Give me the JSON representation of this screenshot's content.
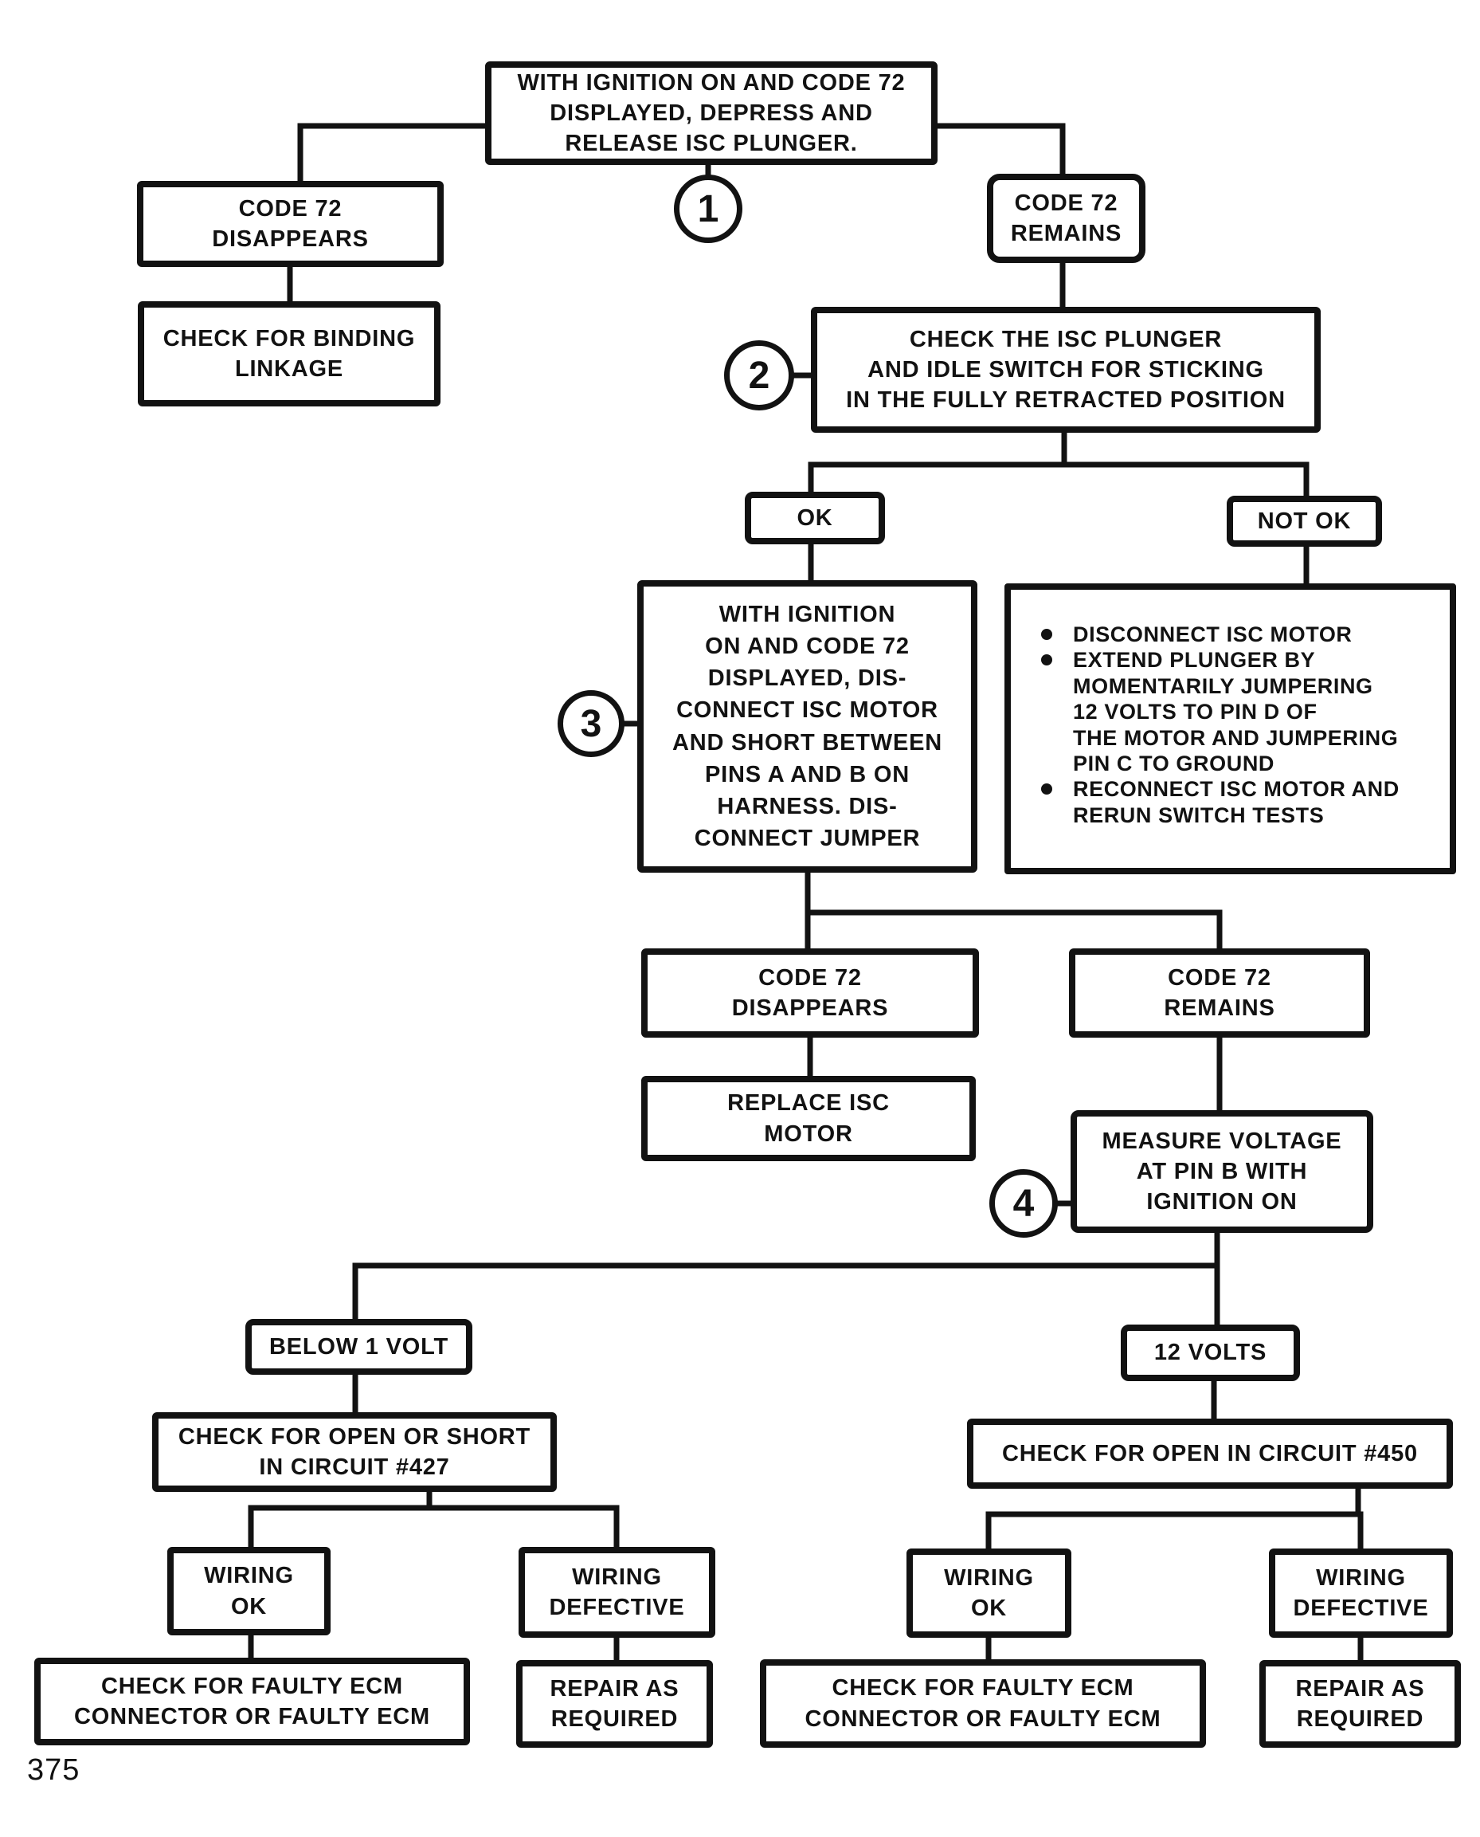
{
  "page": {
    "number": "375"
  },
  "palette": {
    "ink": "#121212",
    "paper": "#ffffff"
  },
  "flowchart": {
    "step_markers": [
      {
        "label": "1"
      },
      {
        "label": "2"
      },
      {
        "label": "3"
      },
      {
        "label": "4"
      }
    ],
    "nodes": {
      "start": "WITH IGNITION ON AND CODE 72\nDISPLAYED, DEPRESS AND\nRELEASE ISC PLUNGER.",
      "code72_disappears_a": "CODE 72\nDISAPPEARS",
      "check_binding": "CHECK FOR BINDING\nLINKAGE",
      "code72_remains_a": "CODE 72\nREMAINS",
      "check_plunger": "CHECK THE ISC PLUNGER\nAND IDLE SWITCH FOR STICKING\nIN THE FULLY RETRACTED POSITION",
      "ok": "OK",
      "not_ok": "NOT OK",
      "jumper_test": "WITH IGNITION\nON AND CODE 72\nDISPLAYED, DIS-\nCONNECT ISC MOTOR\nAND SHORT BETWEEN\nPINS A AND B ON\nHARNESS. DIS-\nCONNECT JUMPER",
      "not_ok_actions": [
        "DISCONNECT ISC MOTOR",
        "EXTEND PLUNGER BY\nMOMENTARILY JUMPERING\n12 VOLTS TO PIN D OF\nTHE MOTOR AND JUMPERING\nPIN C TO GROUND",
        "RECONNECT ISC MOTOR AND\nRERUN SWITCH TESTS"
      ],
      "code72_disappears_b": "CODE 72\nDISAPPEARS",
      "code72_remains_b": "CODE 72\nREMAINS",
      "replace_motor": "REPLACE ISC\nMOTOR",
      "measure_voltage": "MEASURE VOLTAGE\nAT PIN B WITH\nIGNITION ON",
      "below_1_volt": "BELOW 1 VOLT",
      "twelve_volts": "12 VOLTS",
      "circuit_427": "CHECK FOR OPEN OR SHORT\nIN CIRCUIT #427",
      "circuit_450": "CHECK FOR OPEN IN CIRCUIT #450",
      "wiring_ok_left": "WIRING\nOK",
      "wiring_defective_left": "WIRING\nDEFECTIVE",
      "ecm_left": "CHECK FOR FAULTY ECM\nCONNECTOR OR FAULTY ECM",
      "repair_left": "REPAIR AS\nREQUIRED",
      "wiring_ok_right": "WIRING\nOK",
      "wiring_defective_right": "WIRING\nDEFECTIVE",
      "ecm_right": "CHECK FOR FAULTY ECM\nCONNECTOR OR FAULTY ECM",
      "repair_right": "REPAIR AS\nREQUIRED"
    }
  }
}
